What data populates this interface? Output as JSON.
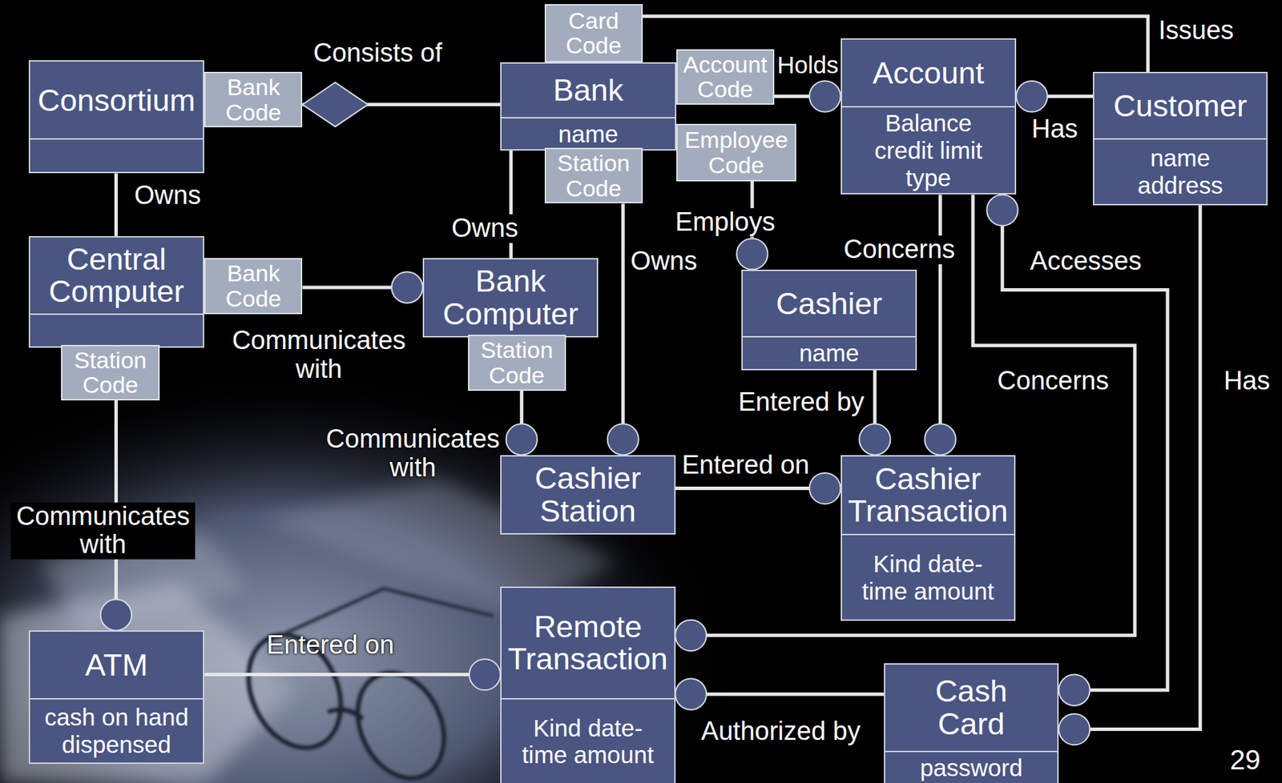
{
  "diagram": {
    "nodes": [
      {
        "text": [
          "Card Code"
        ]
      },
      {
        "text": [
          "Consortium"
        ]
      },
      {
        "text": [
          "Bank Code"
        ]
      },
      {
        "text": [
          "Bank",
          "name"
        ]
      },
      {
        "text": [
          "Account Code"
        ]
      },
      {
        "text": [
          "Account",
          "Balance credit limit type"
        ]
      },
      {
        "text": [
          "Customer",
          "name address"
        ]
      },
      {
        "text": [
          "Employee Code"
        ]
      },
      {
        "text": [
          "Station Code"
        ]
      },
      {
        "text": [
          "Central Computer"
        ]
      },
      {
        "text": [
          "Bank Code"
        ]
      },
      {
        "text": [
          "Bank Computer"
        ]
      },
      {
        "text": [
          "Cashier",
          "name"
        ]
      },
      {
        "text": [
          "Station Code"
        ]
      },
      {
        "text": [
          "Station Code"
        ]
      },
      {
        "text": [
          "Cashier Station"
        ]
      },
      {
        "text": [
          "Cashier Transaction",
          "Kind date-time amount"
        ]
      },
      {
        "text": [
          "ATM",
          "cash on hand dispensed"
        ]
      },
      {
        "text": [
          "Remote Transaction",
          "Kind date-time amount"
        ]
      },
      {
        "text": [
          "Cash Card",
          "password"
        ]
      }
    ],
    "edges": [
      {
        "from": 2,
        "to": 3,
        "label": "Consists of",
        "arrow": "none"
      },
      {
        "from": 1,
        "to": 9,
        "label": "Owns",
        "arrow": "none"
      },
      {
        "from": 3,
        "to": 11,
        "label": "Owns",
        "arrow": "none"
      },
      {
        "from": 8,
        "to": 15,
        "label": "Owns",
        "arrow": "none"
      },
      {
        "from": 4,
        "to": 5,
        "label": "Holds",
        "arrow": "none"
      },
      {
        "from": 0,
        "to": 6,
        "label": "Issues",
        "arrow": "none"
      },
      {
        "from": 7,
        "to": 12,
        "label": "Employs",
        "arrow": "none"
      },
      {
        "from": 5,
        "to": 6,
        "label": "Has",
        "arrow": "none"
      },
      {
        "from": 5,
        "to": 16,
        "label": "Concerns",
        "arrow": "none"
      },
      {
        "from": 5,
        "to": 18,
        "label": "Concerns",
        "arrow": "none"
      },
      {
        "from": 5,
        "to": 19,
        "label": "Accesses",
        "arrow": "none"
      },
      {
        "from": 6,
        "to": 19,
        "label": "Has",
        "arrow": "none"
      },
      {
        "from": 10,
        "to": 11,
        "label": "Communicates with",
        "arrow": "none"
      },
      {
        "from": 14,
        "to": 15,
        "label": "Communicates with",
        "arrow": "none"
      },
      {
        "from": 13,
        "to": 17,
        "label": "Communicates with",
        "arrow": "none"
      },
      {
        "from": 12,
        "to": 16,
        "label": "Entered by",
        "arrow": "none"
      },
      {
        "from": 15,
        "to": 16,
        "label": "Entered on",
        "arrow": "none"
      },
      {
        "from": 17,
        "to": 18,
        "label": "Entered on",
        "arrow": "none"
      },
      {
        "from": 18,
        "to": 19,
        "label": "Authorized by",
        "arrow": "none"
      }
    ],
    "labels": [
      "29"
    ]
  }
}
